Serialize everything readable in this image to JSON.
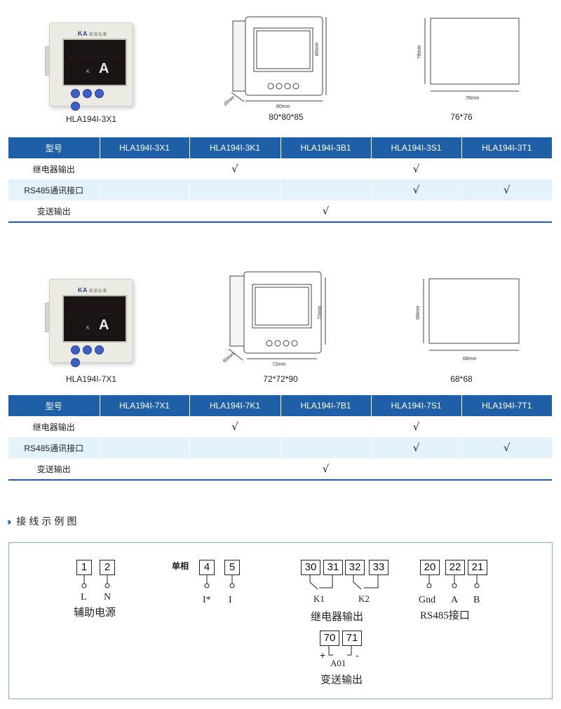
{
  "group1": {
    "photo_label": "HLA194I-3X1",
    "dim_label": "80*80*85",
    "cutout_label": "76*76",
    "front_height": "80mm",
    "front_width": "80mm",
    "depth": "85mm",
    "cutout_height": "76mm",
    "cutout_width": "76mm",
    "meter_unit": "A",
    "meter_k": "K"
  },
  "group2": {
    "photo_label": "HLA194I-7X1",
    "dim_label": "72*72*90",
    "cutout_label": "68*68",
    "front_height": "72mm",
    "front_width": "72mm",
    "depth": "90mm",
    "cutout_height": "68mm",
    "cutout_width": "68mm",
    "meter_unit": "A",
    "meter_k": "K"
  },
  "table1": {
    "headers": [
      "型号",
      "HLA194I-3X1",
      "HLA194I-3K1",
      "HLA194I-3B1",
      "HLA194I-3S1",
      "HLA194I-3T1"
    ],
    "rows": [
      {
        "label": "继电器输出",
        "cells": [
          "",
          "√",
          "",
          "√",
          ""
        ]
      },
      {
        "label": "RS485通讯接口",
        "cells": [
          "",
          "",
          "",
          "√",
          "√"
        ]
      },
      {
        "label": "变送输出",
        "cells": [
          "",
          "",
          "√",
          "",
          ""
        ]
      }
    ]
  },
  "table2": {
    "headers": [
      "型号",
      "HLA194I-7X1",
      "HLA194I-7K1",
      "HLA194I-7B1",
      "HLA194I-7S1",
      "HLA194I-7T1"
    ],
    "rows": [
      {
        "label": "继电器输出",
        "cells": [
          "",
          "√",
          "",
          "√",
          ""
        ]
      },
      {
        "label": "RS485通讯接口",
        "cells": [
          "",
          "",
          "",
          "√",
          "√"
        ]
      },
      {
        "label": "变送输出",
        "cells": [
          "",
          "",
          "√",
          "",
          ""
        ]
      }
    ]
  },
  "logo": {
    "brand": "KA",
    "sub": "凯安仪表"
  },
  "wiring": {
    "title": "接线示例图",
    "aux_power": {
      "terminals": [
        "1",
        "2"
      ],
      "pins": [
        "L",
        "N"
      ],
      "name": "辅助电源"
    },
    "single_phase": {
      "prefix": "单相",
      "terminals": [
        "4",
        "5"
      ],
      "pins": [
        "I*",
        "I"
      ]
    },
    "relay": {
      "terminals": [
        "30",
        "31",
        "32",
        "33"
      ],
      "pins": [
        "K1",
        "K2"
      ],
      "name": "继电器输出"
    },
    "rs485": {
      "terminals": [
        "20",
        "22",
        "21"
      ],
      "pins": [
        "Gnd",
        "A",
        "B"
      ],
      "name": "RS485接口"
    },
    "analog": {
      "terminals": [
        "70",
        "71"
      ],
      "plus": "+",
      "minus": "-",
      "pin": "A01",
      "name": "变送输出"
    }
  }
}
